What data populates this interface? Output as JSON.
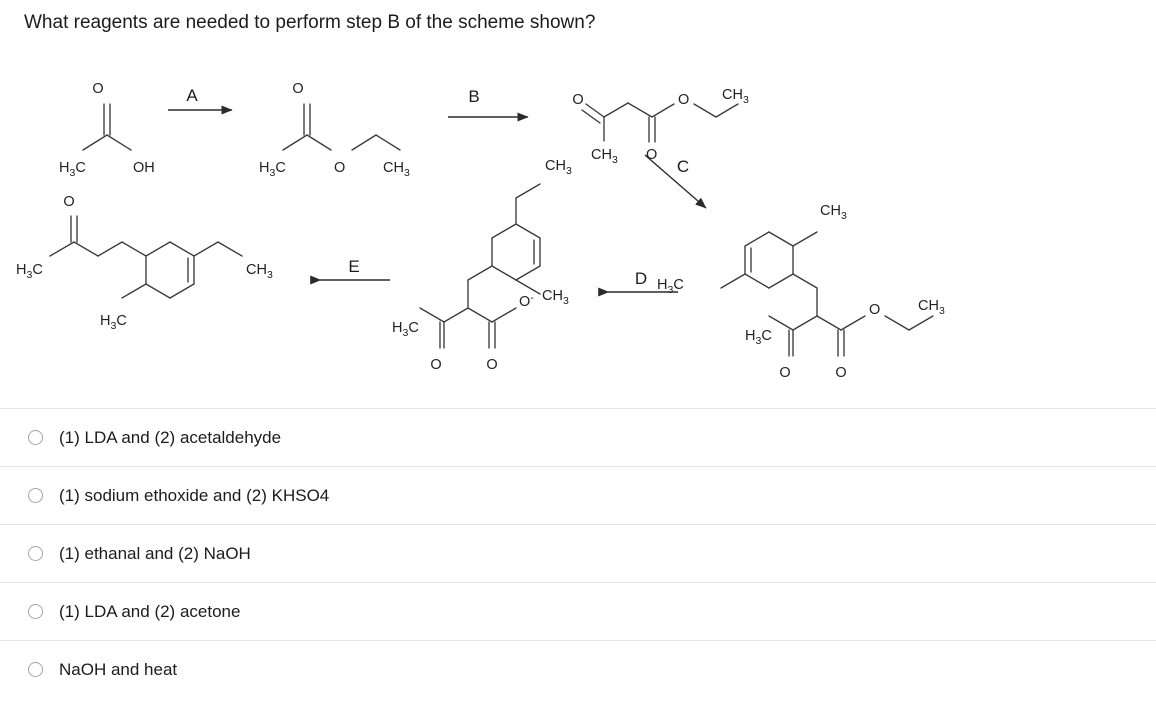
{
  "question": {
    "title": "What reagents are needed to perform step B of the scheme shown?"
  },
  "scheme": {
    "step_labels": {
      "a": "A",
      "b": "B",
      "c": "C",
      "d": "D",
      "e": "E"
    },
    "structures": {
      "acetic_acid": {
        "name": "acetic acid",
        "labels": [
          "H3C",
          "O",
          "OH"
        ]
      },
      "ethyl_acetate": {
        "name": "ethyl acetate",
        "labels": [
          "H3C",
          "O",
          "O",
          "CH3"
        ]
      },
      "ethyl_acetoacetate": {
        "name": "ethyl acetoacetate",
        "labels": [
          "O",
          "CH3",
          "O",
          "O",
          "CH3"
        ]
      },
      "alkylated_ester": {
        "name": "alkylated beta-ketoester",
        "labels": [
          "CH3",
          "H3C",
          "H3C",
          "O",
          "CH3",
          "O",
          "O"
        ]
      },
      "carboxylate": {
        "name": "beta-keto carboxylate anion",
        "labels": [
          "CH3",
          "H3C",
          "CH3",
          "O-",
          "O",
          "O"
        ]
      },
      "final_ketone": {
        "name": "decarboxylated ketone",
        "labels": [
          "H3C",
          "O",
          "H3C",
          "CH3"
        ]
      }
    },
    "atom_text": {
      "h3c": "H",
      "h3c_sub": "3",
      "h3c_c": "C",
      "ch3": "CH",
      "ch3_sub": "3",
      "o": "O",
      "oh": "OH",
      "o_minus": "O",
      "minus": "-"
    }
  },
  "options": [
    {
      "id": "opt-1",
      "label": "(1) LDA and (2) acetaldehyde",
      "selected": false
    },
    {
      "id": "opt-2",
      "label": "(1) sodium ethoxide and (2) KHSO4",
      "selected": false
    },
    {
      "id": "opt-3",
      "label": "(1) ethanal and (2) NaOH",
      "selected": false
    },
    {
      "id": "opt-4",
      "label": "(1) LDA and (2) acetone",
      "selected": false
    },
    {
      "id": "opt-5",
      "label": "NaOH and heat",
      "selected": false
    }
  ],
  "colors": {
    "text": "#1c1c1c",
    "bond": "#3a3a3a",
    "atom": "#20222b",
    "divider": "#e4e4e4",
    "radio_border": "#a6a6a6",
    "background": "#ffffff"
  }
}
